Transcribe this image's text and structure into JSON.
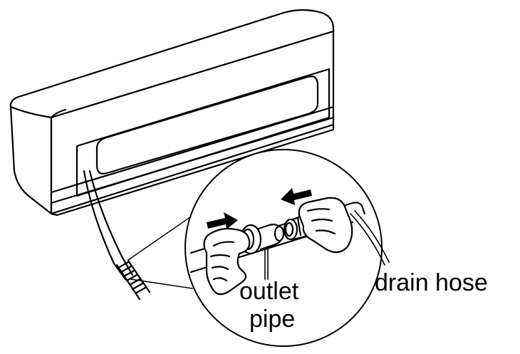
{
  "labels": {
    "outlet_pipe_line1": "outlet",
    "outlet_pipe_line2": "pipe",
    "drain_hose": "drain hose"
  },
  "colors": {
    "line": "#000000",
    "fill": "#ffffff"
  }
}
